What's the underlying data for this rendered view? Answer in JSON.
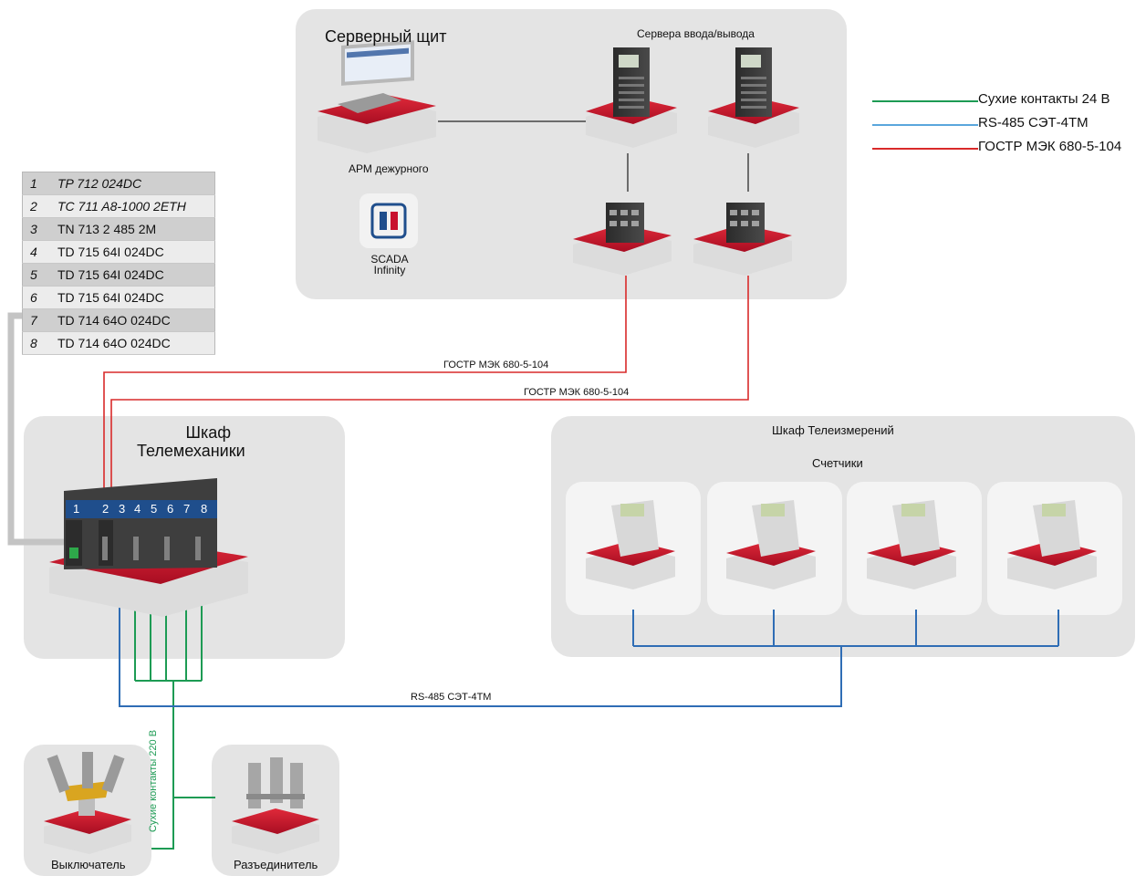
{
  "server_panel": {
    "title": "Серверный щит",
    "io_servers_label": "Сервера ввода/вывода",
    "workstation_label": "АРМ дежурного",
    "scada_logo": "SCADA Infinity"
  },
  "legend": [
    {
      "label": "Сухие контакты 24 В",
      "color": "#1d9b54"
    },
    {
      "label": "RS-485 СЭТ-4ТМ",
      "color": "#5aa6dc"
    },
    {
      "label": "ГОСТР МЭК 680-5-104",
      "color": "#d92a2a"
    }
  ],
  "modules": [
    {
      "num": "1",
      "name": "TP 712 024DC",
      "italic": true
    },
    {
      "num": "2",
      "name": "TC 711 A8-1000 2ETH",
      "italic": true
    },
    {
      "num": "3",
      "name": "TN 713 2 485 2M",
      "italic": false
    },
    {
      "num": "4",
      "name": "TD 715 64I 024DC",
      "italic": false
    },
    {
      "num": "5",
      "name": "TD 715 64I 024DC",
      "italic": false
    },
    {
      "num": "6",
      "name": "TD 715 64I 024DC",
      "italic": false
    },
    {
      "num": "7",
      "name": "TD 714 64O 024DC",
      "italic": false
    },
    {
      "num": "8",
      "name": "TD 714 64O 024DC",
      "italic": false
    }
  ],
  "telemechanics_cabinet": {
    "title_line1": "Шкаф",
    "title_line2": "Телемеханики",
    "slots": [
      "1",
      "2",
      "3",
      "4",
      "5",
      "6",
      "7",
      "8"
    ]
  },
  "telemetry_cabinet": {
    "title": "Шкаф Телеизмерений",
    "meters_label": "Счетчики"
  },
  "wire_labels": {
    "iec_1": "ГОСТР МЭК 680-5-104",
    "iec_2": "ГОСТР МЭК 680-5-104",
    "rs485": "RS-485 СЭТ-4ТМ",
    "dry_220": "Сухие контакты 220 В"
  },
  "devices": {
    "breaker": "Выключатель",
    "disconnector": "Разъединитель"
  },
  "colors": {
    "panel_bg": "#e4e4e4",
    "stand_red": "#c8102e",
    "green": "#1d9b54",
    "blue": "#2f6db5",
    "light_blue": "#5aa6dc",
    "red": "#d92a2a",
    "module_blue": "#1f4e8c"
  }
}
